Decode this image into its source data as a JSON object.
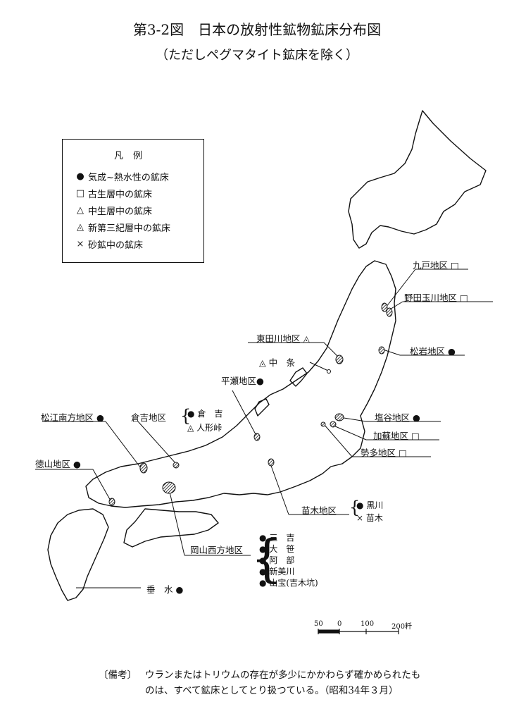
{
  "title": "第3-2図　日本の放射性鉱物鉱床分布図",
  "subtitle": "（ただしペグマタイト鉱床を除く）",
  "legend": {
    "title": "凡例",
    "items": [
      {
        "symbol": "dot",
        "label": "気成~熱水性の鉱床"
      },
      {
        "symbol": "square",
        "label": "古生層中の鉱床"
      },
      {
        "symbol": "triangle",
        "label": "中生層中の鉱床"
      },
      {
        "symbol": "hatched-triangle",
        "label": "新第三紀層中の鉱床"
      },
      {
        "symbol": "cross",
        "label": "砂鉱中の鉱床"
      }
    ]
  },
  "districts": {
    "kunohe": "九戸地区",
    "noda_tamagawa": "野田玉川地区",
    "matsuiwa": "松岩地区",
    "higashitagawa": "東田川地区",
    "nakajo": "中　条",
    "hirase": "平瀬地区",
    "matsue_nanpo": "松江南方地区",
    "kurayoshi": "倉吉地区",
    "kurayoshi_sub1": "倉　吉",
    "kurayoshi_sub2": "人形峠",
    "tokuyama": "徳山地区",
    "shiogama": "塩谷地区",
    "kato": "加蘇地区",
    "seta": "勢多地区",
    "naegi": "苗木地区",
    "naegi_sub1": "黒川",
    "naegi_sub2": "苗木",
    "okayama_seiho": "岡山西方地区",
    "okayama_sub": [
      "三　吉",
      "大　笹",
      "阿　部",
      "新美川",
      "山宝(吉木坑)"
    ],
    "tarumizu": "垂　水"
  },
  "scale": {
    "ticks": [
      "50",
      "0",
      "100",
      "200粁"
    ]
  },
  "note": {
    "label": "〔備考〕",
    "line1": "ウランまたはトリウムの存在が多少にかかわらず確かめられたも",
    "line2": "のは、すべて鉱床としてとり扱つている。（昭和34年３月）"
  }
}
